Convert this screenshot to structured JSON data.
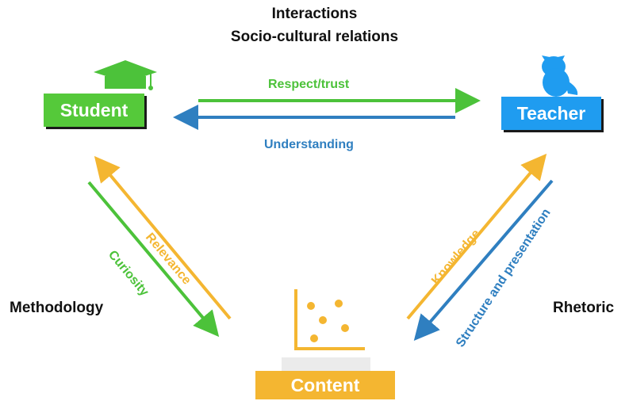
{
  "title": {
    "line1": "Interactions",
    "line2": "Socio-cultural relations"
  },
  "nodes": {
    "student": "Student",
    "teacher": "Teacher",
    "content": "Content"
  },
  "sides": {
    "left": "Methodology",
    "right": "Rhetoric"
  },
  "arrows": {
    "respect": "Respect/trust",
    "understanding": "Understanding",
    "relevance": "Relevance",
    "curiosity": "Curiosity",
    "knowledge": "Knowledge",
    "structure": "Structure and presentation"
  },
  "colors": {
    "green": "#4cc23a",
    "blue": "#2f7fc0",
    "orange": "#f4b631",
    "teacher_bg": "#1f9cf0",
    "student_bg": "#55c93a",
    "content_bg": "#f4b631"
  },
  "icons": {
    "student": "graduation-cap-icon",
    "teacher": "owl-icon",
    "content": "scatter-plot-icon"
  }
}
